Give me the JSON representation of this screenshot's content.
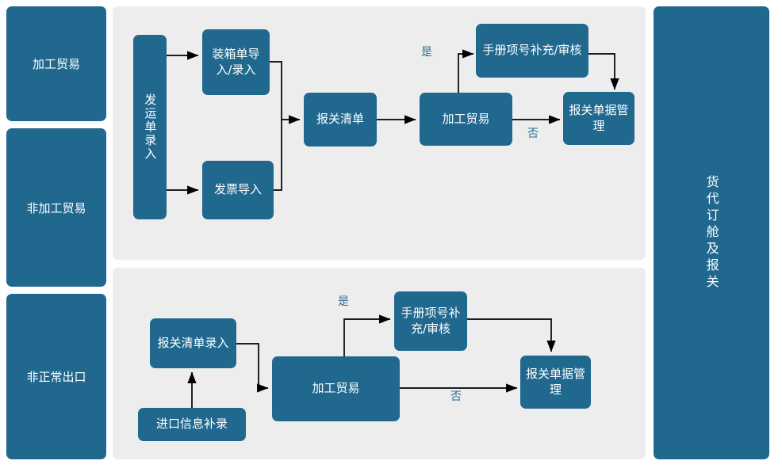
{
  "diagram": {
    "title_right_rail": "货代订舱及报关",
    "categories": [
      {
        "id": "cat-processing-trade",
        "label": "加工贸易"
      },
      {
        "id": "cat-non-processing-trade",
        "label": "非加工贸易"
      },
      {
        "id": "cat-abnormal-export",
        "label": "非正常出口"
      }
    ],
    "flows": [
      {
        "id": "flow-top",
        "nodes": [
          {
            "id": "shipment-entry",
            "label": "发运单录入",
            "orientation": "vertical"
          },
          {
            "id": "packing-list-import",
            "label": "装箱单导入/录入",
            "orientation": "horizontal"
          },
          {
            "id": "invoice-import",
            "label": "发票导入",
            "orientation": "horizontal"
          },
          {
            "id": "customs-list",
            "label": "报关清单",
            "orientation": "horizontal"
          },
          {
            "id": "processing-trade-decision",
            "label": "加工贸易",
            "orientation": "horizontal"
          },
          {
            "id": "manual-item-supplement",
            "label": "手册项号补充/审核",
            "orientation": "horizontal"
          },
          {
            "id": "customs-doc-management",
            "label": "报关单据管理",
            "orientation": "horizontal"
          }
        ],
        "edge_labels": [
          {
            "id": "yes-top",
            "label": "是"
          },
          {
            "id": "no-top",
            "label": "否"
          }
        ]
      },
      {
        "id": "flow-bottom",
        "nodes": [
          {
            "id": "customs-list-entry",
            "label": "报关清单录入",
            "orientation": "horizontal"
          },
          {
            "id": "import-info-supplement",
            "label": "进口信息补录",
            "orientation": "horizontal"
          },
          {
            "id": "processing-trade-decision-2",
            "label": "加工贸易",
            "orientation": "horizontal"
          },
          {
            "id": "manual-item-supplement-2",
            "label": "手册项号补充/审核",
            "orientation": "horizontal"
          },
          {
            "id": "customs-doc-management-2",
            "label": "报关单据管理",
            "orientation": "horizontal"
          }
        ],
        "edge_labels": [
          {
            "id": "yes-bottom",
            "label": "是"
          },
          {
            "id": "no-bottom",
            "label": "否"
          }
        ]
      }
    ],
    "colors": {
      "node_fill": "#21688f",
      "node_text": "#ffffff",
      "panel_background": "#ededed",
      "edge_stroke": "#000000",
      "edge_label_text": "#2d6d92",
      "canvas_background": "#ffffff"
    }
  }
}
